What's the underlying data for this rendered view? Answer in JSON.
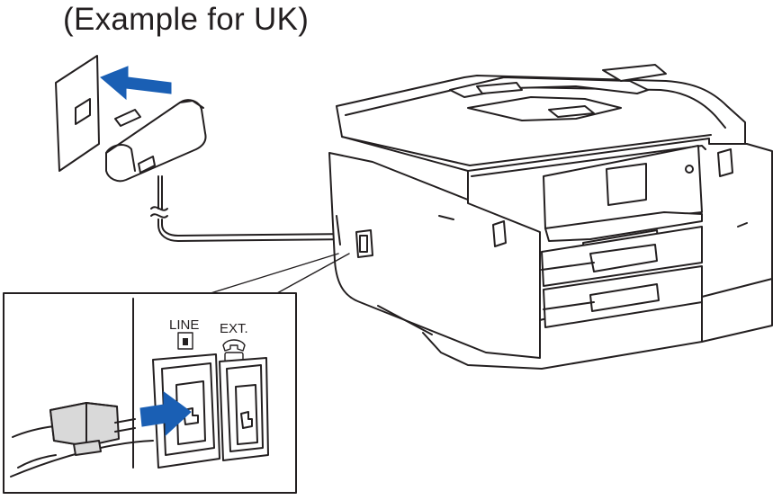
{
  "caption": "(Example for UK)",
  "inset": {
    "line_label": "LINE",
    "ext_label": "EXT."
  },
  "colors": {
    "stroke": "#231f20",
    "arrow": "#1a5fb4",
    "fill_gray": "#d9d9d9",
    "background": "#ffffff"
  },
  "icons": [
    "insert-arrow-icon",
    "line-port-icon",
    "telephone-icon"
  ]
}
